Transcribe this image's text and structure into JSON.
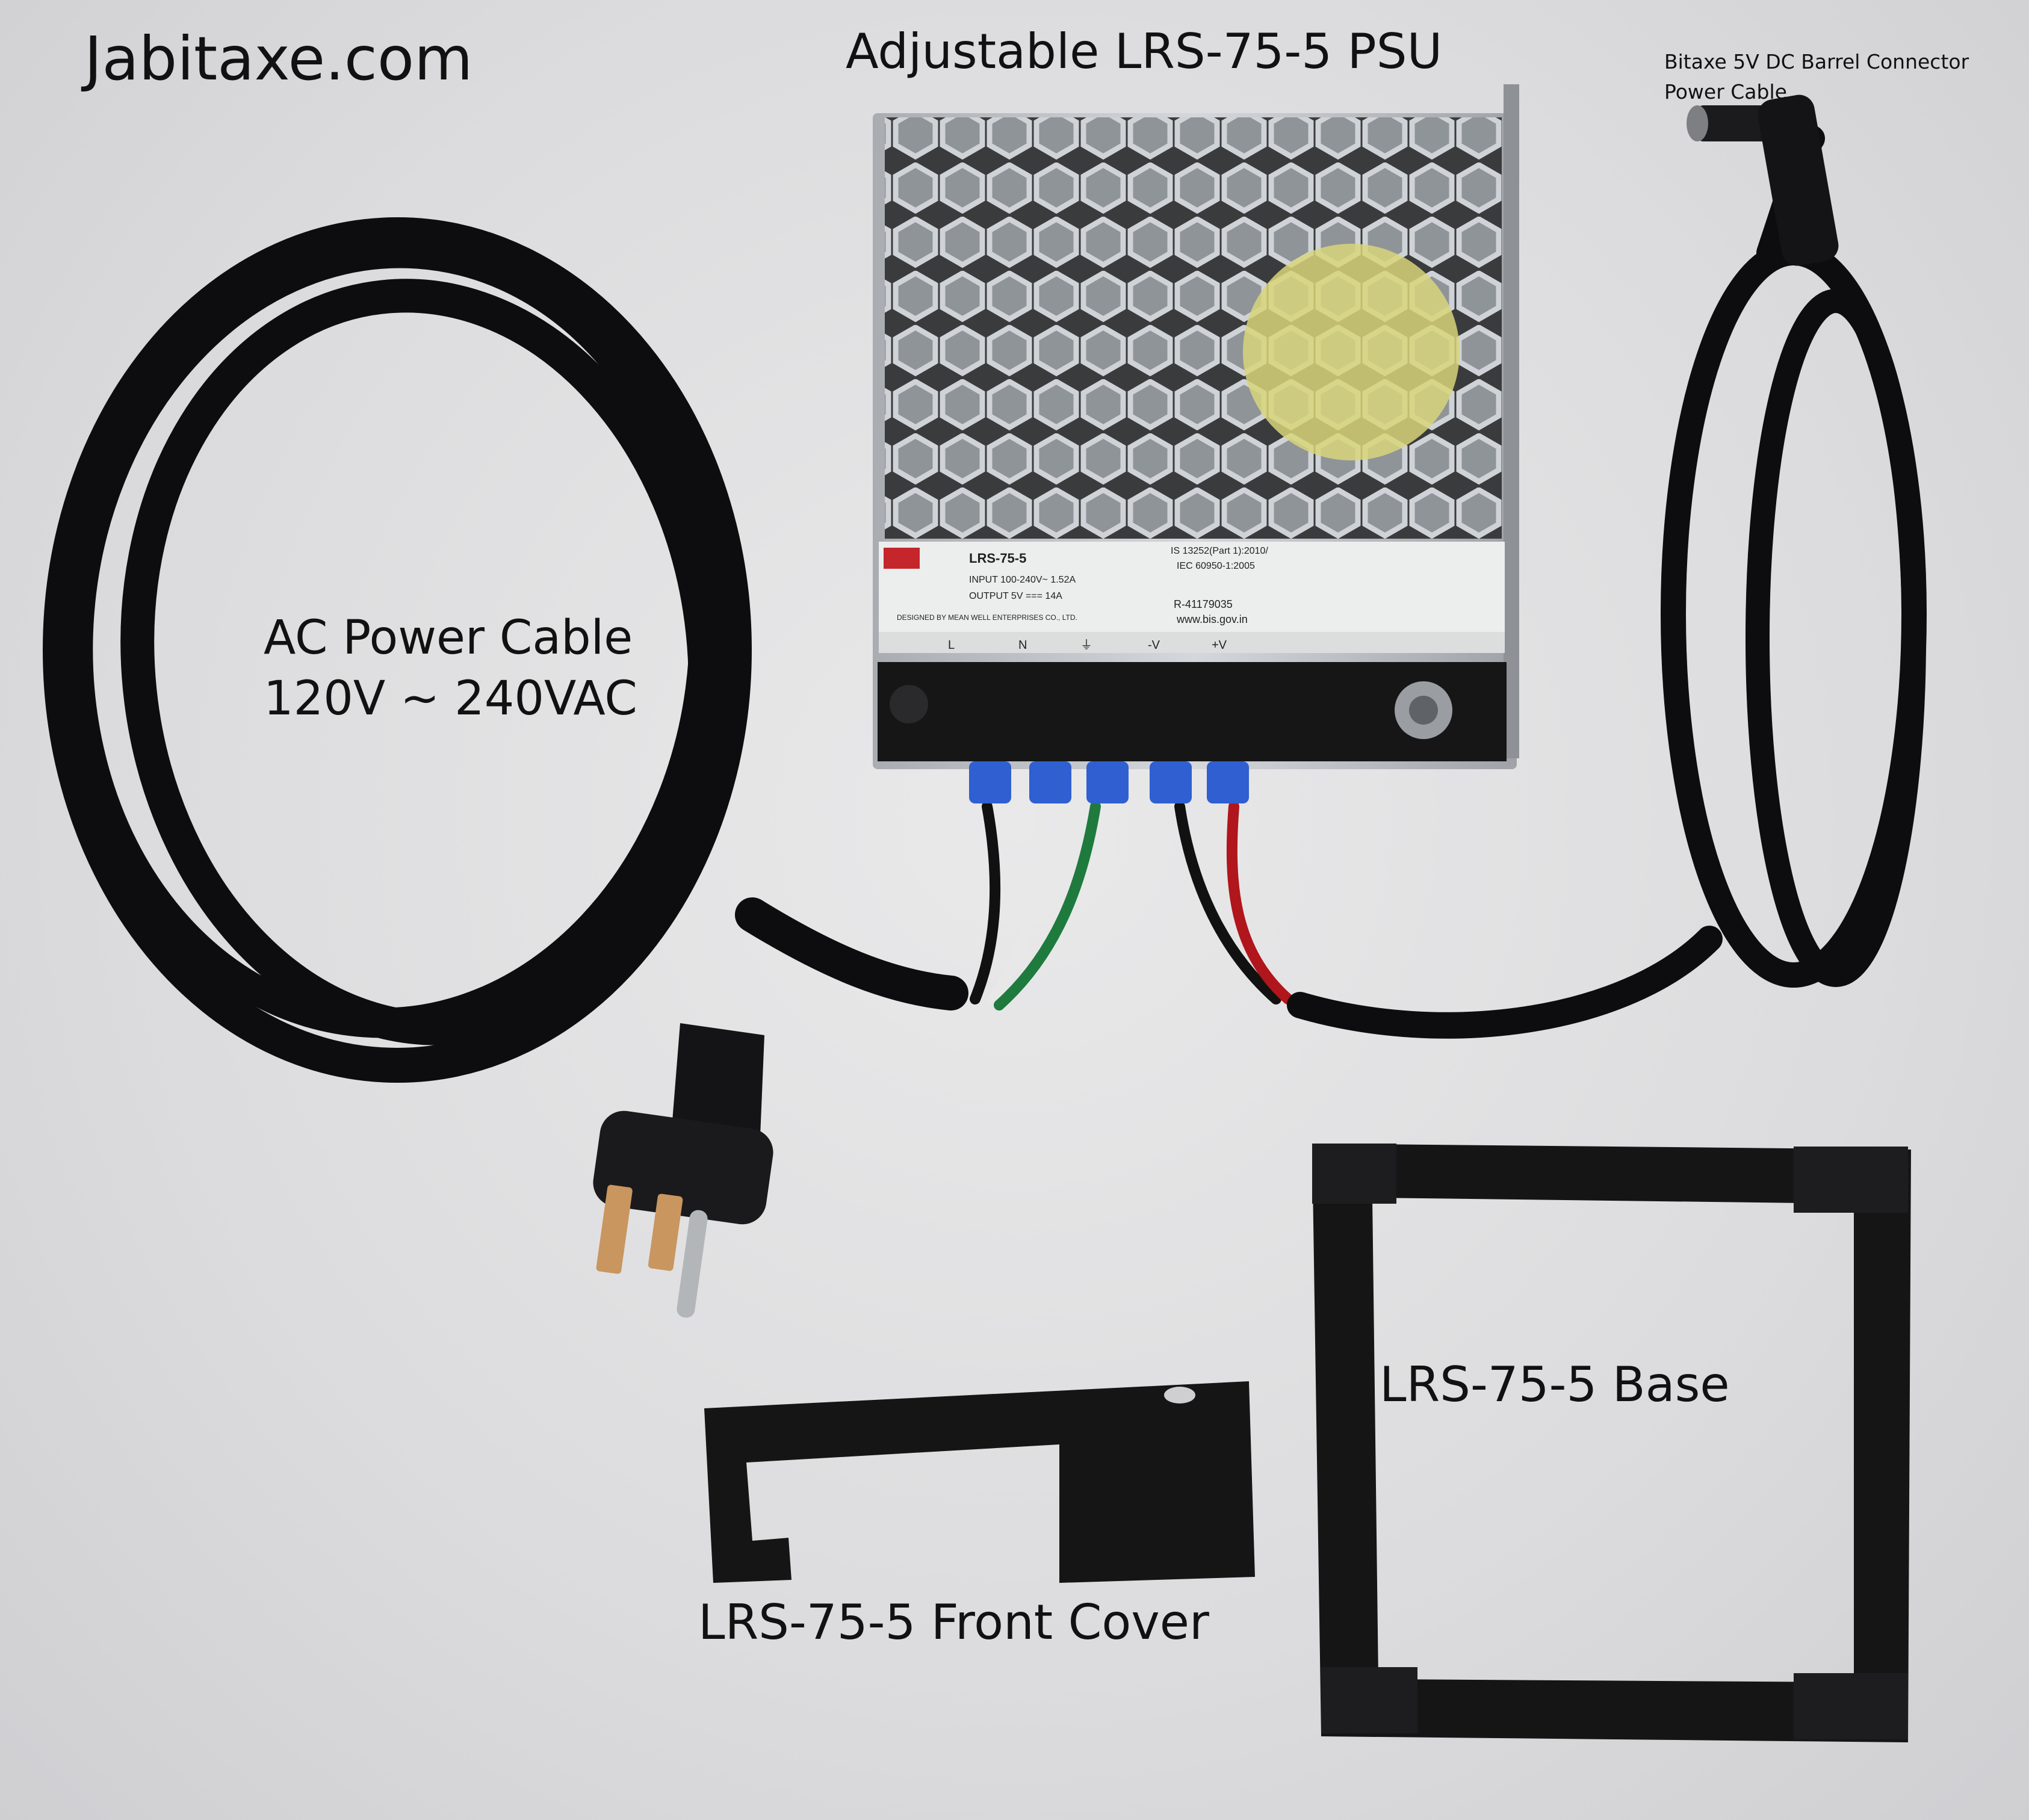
{
  "site_title": "Jabitaxe.com",
  "psu_title": "Adjustable LRS-75-5 PSU",
  "dc_cable_label": {
    "line1": "Bitaxe 5V DC Barrel Connector",
    "line2": "Power Cable"
  },
  "ac_cable_label": {
    "line1": "AC Power Cable",
    "line2": "120V ~ 240VAC"
  },
  "base_label": "LRS-75-5 Base",
  "front_cover_label": "LRS-75-5 Front  Cover",
  "psu_label": {
    "model": "LRS-75-5",
    "input": "INPUT   100-240V~   1.52A",
    "output": "OUTPUT   5V === 14A",
    "maker": "DESIGNED BY MEAN WELL ENTERPRISES CO., LTD.",
    "cert": "R-41179035",
    "site": "www.bis.gov.in",
    "standard": "IS 13252(Part 1):2010/",
    "standard2": "IEC 60950-1:2005",
    "terminals": [
      "L",
      "N",
      "⏚",
      "-V",
      "+V"
    ]
  },
  "colors": {
    "cable": "#0d0d0f",
    "psu_case": "#b9bcc0",
    "pcb": "#c7c3ad",
    "bracket": "#151516",
    "terminal": "#2f5fd0",
    "prong": "#c9965f"
  }
}
